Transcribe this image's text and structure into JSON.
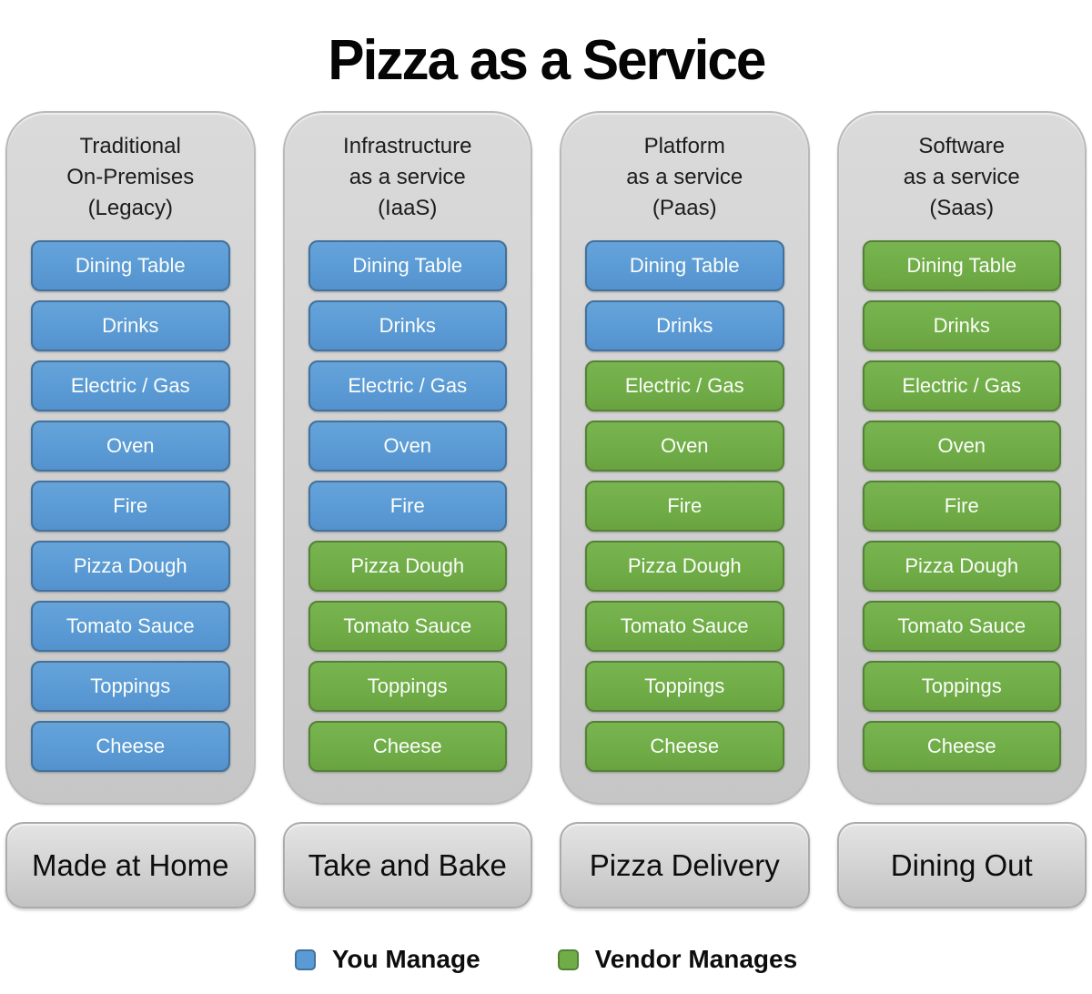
{
  "title": "Pizza as a Service",
  "colors": {
    "you_fill": "#5B9BD5",
    "you_border": "#41719C",
    "vendor_fill": "#70AD47",
    "vendor_border": "#548235",
    "panel_gray": "#D2D2D2"
  },
  "columns": [
    {
      "header_lines": [
        "Traditional",
        "On-Premises",
        "(Legacy)"
      ],
      "footer": "Made at Home",
      "items": [
        {
          "label": "Dining Table",
          "managed_by": "you"
        },
        {
          "label": "Drinks",
          "managed_by": "you"
        },
        {
          "label": "Electric / Gas",
          "managed_by": "you"
        },
        {
          "label": "Oven",
          "managed_by": "you"
        },
        {
          "label": "Fire",
          "managed_by": "you"
        },
        {
          "label": "Pizza Dough",
          "managed_by": "you"
        },
        {
          "label": "Tomato Sauce",
          "managed_by": "you"
        },
        {
          "label": "Toppings",
          "managed_by": "you"
        },
        {
          "label": "Cheese",
          "managed_by": "you"
        }
      ]
    },
    {
      "header_lines": [
        "Infrastructure",
        "as a service",
        "(IaaS)"
      ],
      "footer": "Take and Bake",
      "items": [
        {
          "label": "Dining Table",
          "managed_by": "you"
        },
        {
          "label": "Drinks",
          "managed_by": "you"
        },
        {
          "label": "Electric / Gas",
          "managed_by": "you"
        },
        {
          "label": "Oven",
          "managed_by": "you"
        },
        {
          "label": "Fire",
          "managed_by": "you"
        },
        {
          "label": "Pizza Dough",
          "managed_by": "vendor"
        },
        {
          "label": "Tomato Sauce",
          "managed_by": "vendor"
        },
        {
          "label": "Toppings",
          "managed_by": "vendor"
        },
        {
          "label": "Cheese",
          "managed_by": "vendor"
        }
      ]
    },
    {
      "header_lines": [
        "Platform",
        "as a service",
        "(Paas)"
      ],
      "footer": "Pizza Delivery",
      "items": [
        {
          "label": "Dining Table",
          "managed_by": "you"
        },
        {
          "label": "Drinks",
          "managed_by": "you"
        },
        {
          "label": "Electric / Gas",
          "managed_by": "vendor"
        },
        {
          "label": "Oven",
          "managed_by": "vendor"
        },
        {
          "label": "Fire",
          "managed_by": "vendor"
        },
        {
          "label": "Pizza Dough",
          "managed_by": "vendor"
        },
        {
          "label": "Tomato Sauce",
          "managed_by": "vendor"
        },
        {
          "label": "Toppings",
          "managed_by": "vendor"
        },
        {
          "label": "Cheese",
          "managed_by": "vendor"
        }
      ]
    },
    {
      "header_lines": [
        "Software",
        "as a service",
        "(Saas)"
      ],
      "footer": "Dining Out",
      "items": [
        {
          "label": "Dining Table",
          "managed_by": "vendor"
        },
        {
          "label": "Drinks",
          "managed_by": "vendor"
        },
        {
          "label": "Electric / Gas",
          "managed_by": "vendor"
        },
        {
          "label": "Oven",
          "managed_by": "vendor"
        },
        {
          "label": "Fire",
          "managed_by": "vendor"
        },
        {
          "label": "Pizza Dough",
          "managed_by": "vendor"
        },
        {
          "label": "Tomato Sauce",
          "managed_by": "vendor"
        },
        {
          "label": "Toppings",
          "managed_by": "vendor"
        },
        {
          "label": "Cheese",
          "managed_by": "vendor"
        }
      ]
    }
  ],
  "legend": {
    "you": {
      "label": "You Manage",
      "color": "#5B9BD5"
    },
    "vendor": {
      "label": "Vendor Manages",
      "color": "#70AD47"
    }
  }
}
